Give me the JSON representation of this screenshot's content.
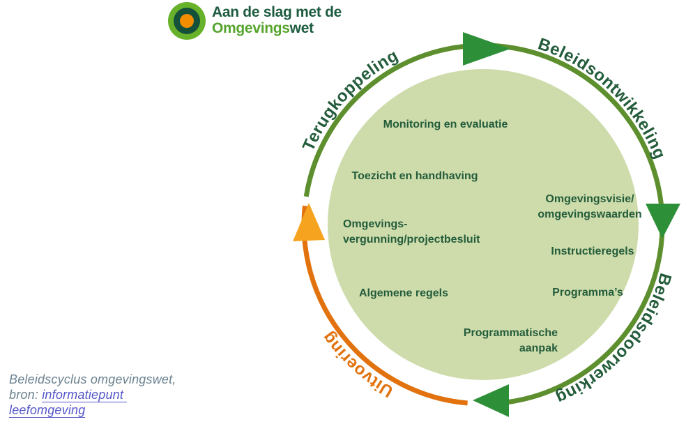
{
  "logo": {
    "title_line1": "Aan de slag met de",
    "title_line2_green": "Omgevings",
    "title_line2_dark": "wet"
  },
  "cycle": {
    "ring": {
      "terugkoppeling": "Terugkoppeling",
      "beleidsontwikkeling": "Beleidsontwikkeling",
      "beleidsdoorwerking": "Beleidsdoorwerking",
      "uitvoering": "Uitvoering"
    },
    "inner": {
      "monitoring": "Monitoring en evaluatie",
      "toezicht": "Toezicht en handhaving",
      "omgevingsvisie_l1": "Omgevingsvisie/",
      "omgevingsvisie_l2": "omgevingswaarden",
      "vergunning_l1": "Omgevings-",
      "vergunning_l2": "vergunning/projectbesluit",
      "instructieregels": "Instructieregels",
      "programmas": "Programma’s",
      "algemene": "Algemene regels",
      "aanpak_l1": "Programmatische",
      "aanpak_l2": "aanpak"
    }
  },
  "caption": {
    "line1": "Beleidscyclus omgevingswet,",
    "bron_label": "bron:",
    "link_line1": "informatiepunt",
    "link_line2": "leefomgeving"
  },
  "colors": {
    "arc_green": "#5d8f2e",
    "arrow_green": "#2e8f39",
    "arc_orange": "#e2720e",
    "arrow_orange": "#f6a41f",
    "circle_fill": "#cedcab",
    "dark_green_text": "#235c3b",
    "logo_green": "#68b22b",
    "logo_dark": "#15503a",
    "logo_orange": "#f28c00",
    "caption_text": "#6b8290",
    "link": "#5457c8"
  }
}
